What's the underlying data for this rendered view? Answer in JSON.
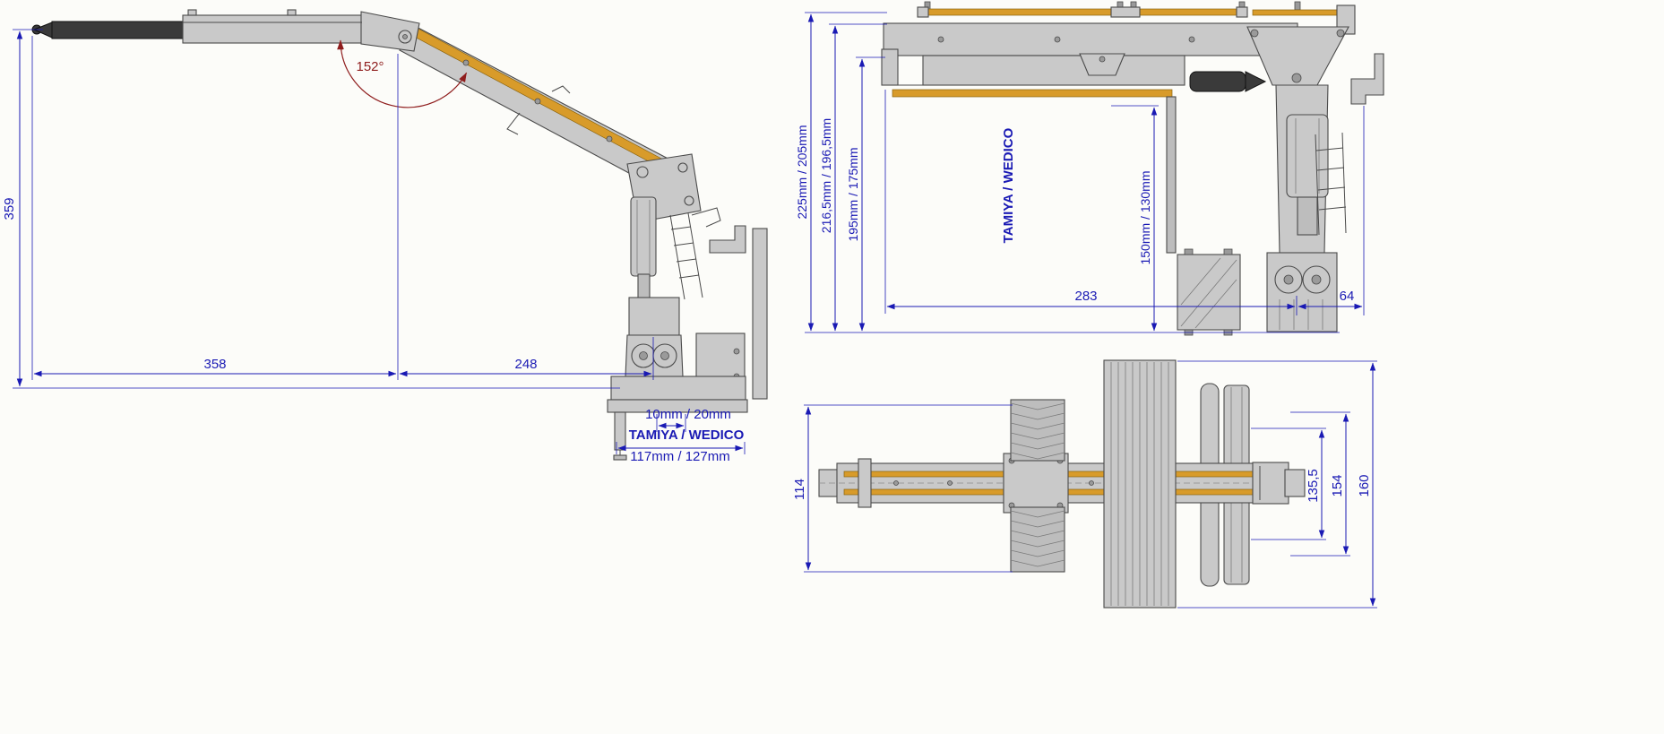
{
  "colors": {
    "dim": "#1a1ab4",
    "angle": "#8f1d1d",
    "body": "#c9c9c9",
    "body_light": "#bdbdbd",
    "outline": "#4a4a4a",
    "accent": "#d89b2a",
    "dark": "#3a3a3a",
    "background": "#fcfcf9"
  },
  "side_view": {
    "height": "359",
    "length_rear": "358",
    "length_front": "248",
    "angle": "152°",
    "offset": "10mm / 20mm",
    "brand": "TAMIYA / WEDICO",
    "base_width": "117mm / 127mm"
  },
  "rear_view": {
    "height_total": "225mm / 205mm",
    "height_mid": "216,5mm / 196,5mm",
    "height_body": "195mm / 175mm",
    "brand": "TAMIYA / WEDICO",
    "height_inner": "150mm / 130mm",
    "width_main": "283",
    "width_side": "64"
  },
  "top_view": {
    "width_left": "114",
    "dim_a": "135,5",
    "dim_b": "154",
    "dim_c": "160"
  }
}
